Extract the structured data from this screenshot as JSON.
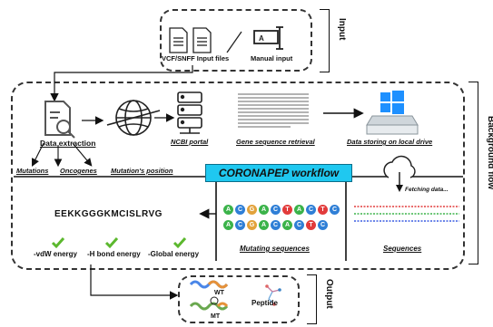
{
  "input": {
    "files_label": "VCF/SNFF Input files",
    "manual_label": "Manual input",
    "side_label": "Input"
  },
  "background": {
    "side_label": "Background flow",
    "data_extraction": "Data extraction",
    "ncbi": "NCBI portal",
    "gene_retrieval": "Gene sequence retrieval",
    "data_storing": "Data storing on local drive",
    "mutations": "Mutations",
    "oncogenes": "Oncogenes",
    "mutation_position": "Mutation's position",
    "workflow_title": "CORONAPEP workflow",
    "fetching": "Fetching data...",
    "peptide_sequence": "EEKKGGGKMCISLRVG",
    "energies": [
      "-vdW energy",
      "-H bond energy",
      "-Global energy"
    ],
    "mutating": "Mutating sequences",
    "sequences": "Sequences",
    "dna_top": [
      "A",
      "C",
      "G",
      "A",
      "C",
      "T",
      "A",
      "C",
      "T",
      "C"
    ],
    "dna_bottom": [
      "A",
      "C",
      "G",
      "A",
      "C",
      "A",
      "C",
      "T",
      "C"
    ]
  },
  "output": {
    "side_label": "Output",
    "wt": "WT",
    "mt": "MT",
    "peptide": "Peptide"
  },
  "colors": {
    "workflow_banner": "#1fc8f0",
    "check": "#5cb82e",
    "seq_red": "#e23b3b",
    "seq_green": "#3bb34a",
    "seq_blue": "#3b5ee2"
  }
}
